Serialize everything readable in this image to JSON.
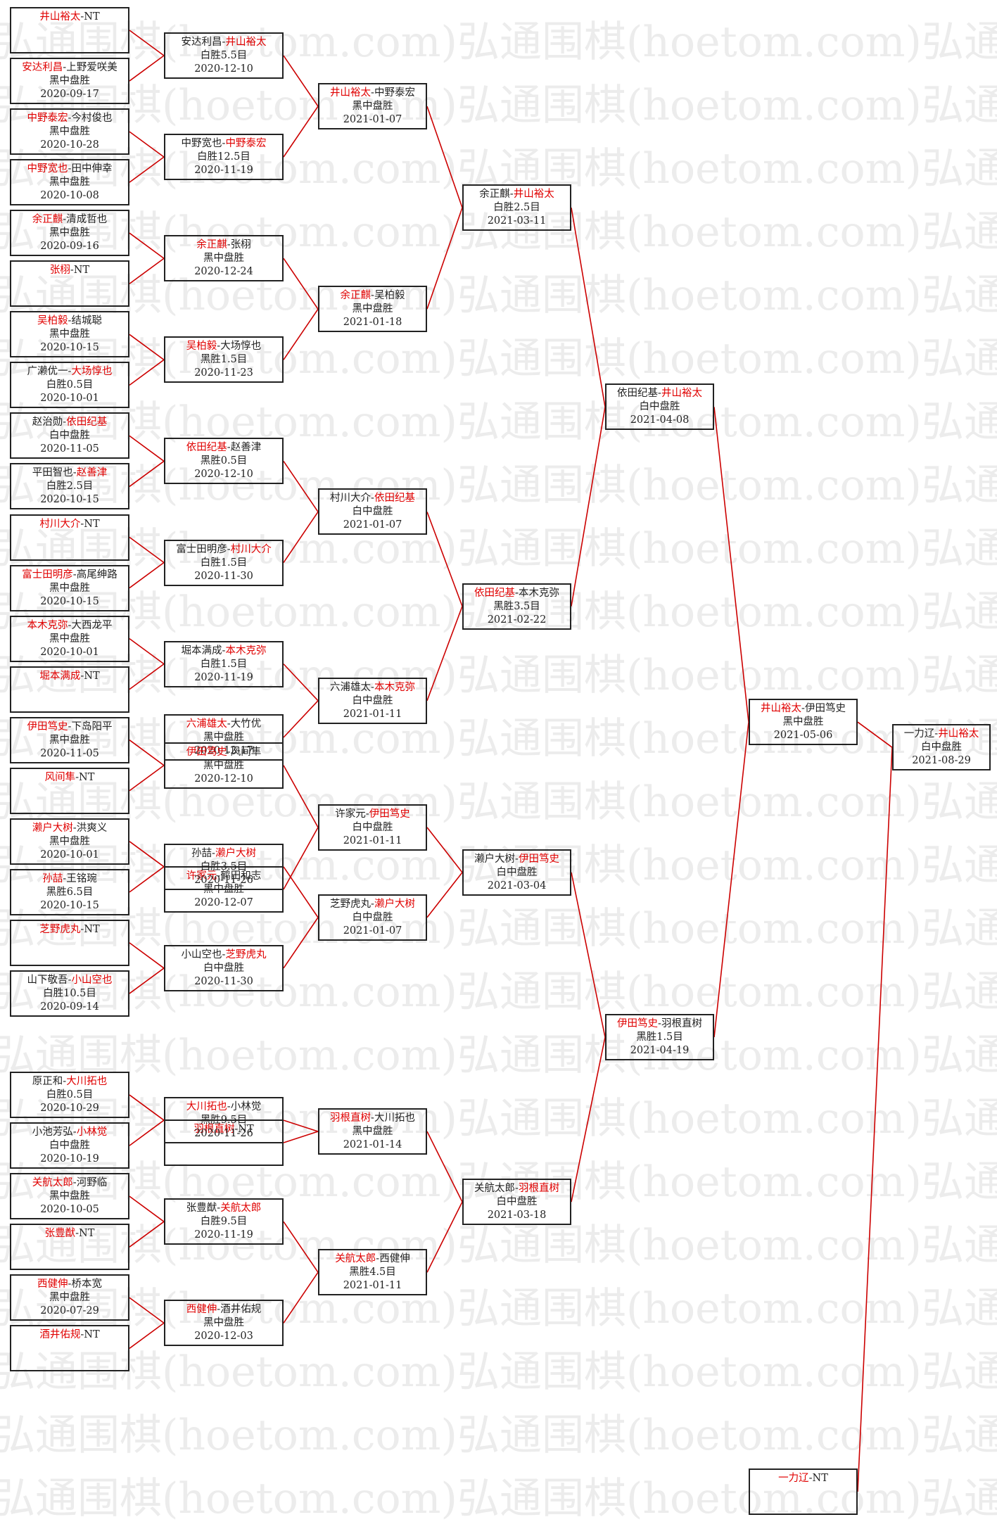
{
  "watermark": "弘通围棋(hoetom.com)",
  "colors": {
    "winner": "#e00000",
    "line": "#cc0000",
    "text": "#222222",
    "border": "#222222"
  },
  "rounds": [
    [
      {
        "a": "井山裕太",
        "b": "NT",
        "w": "a",
        "r": "",
        "d": ""
      },
      {
        "a": "安达利昌",
        "b": "上野爱咲美",
        "w": "a",
        "r": "黑中盘胜",
        "d": "2020-09-17"
      },
      {
        "a": "中野泰宏",
        "b": "今村俊也",
        "w": "a",
        "r": "黑中盘胜",
        "d": "2020-10-28"
      },
      {
        "a": "中野宽也",
        "b": "田中伸幸",
        "w": "a",
        "r": "黑中盘胜",
        "d": "2020-10-08"
      },
      {
        "a": "余正麒",
        "b": "清成哲也",
        "w": "a",
        "r": "黑中盘胜",
        "d": "2020-09-16"
      },
      {
        "a": "张栩",
        "b": "NT",
        "w": "a",
        "r": "",
        "d": ""
      },
      {
        "a": "吴柏毅",
        "b": "结城聪",
        "w": "a",
        "r": "黑中盘胜",
        "d": "2020-10-15"
      },
      {
        "a": "广濑优一",
        "b": "大场惇也",
        "w": "b",
        "r": "白胜0.5目",
        "d": "2020-10-01"
      },
      {
        "a": "赵治勋",
        "b": "依田纪基",
        "w": "b",
        "r": "白中盘胜",
        "d": "2020-11-05"
      },
      {
        "a": "平田智也",
        "b": "赵善津",
        "w": "b",
        "r": "白胜2.5目",
        "d": "2020-10-15"
      },
      {
        "a": "村川大介",
        "b": "NT",
        "w": "a",
        "r": "",
        "d": ""
      },
      {
        "a": "富士田明彦",
        "b": "高尾绅路",
        "w": "a",
        "r": "黑中盘胜",
        "d": "2020-10-15"
      },
      {
        "a": "本木克弥",
        "b": "大西龙平",
        "w": "a",
        "r": "黑中盘胜",
        "d": "2020-10-01"
      },
      {
        "a": "堀本满成",
        "b": "NT",
        "w": "a",
        "r": "",
        "d": ""
      },
      {
        "a": "伊田笃史",
        "b": "下岛阳平",
        "w": "a",
        "r": "黑中盘胜",
        "d": "2020-11-05"
      },
      {
        "a": "风间隼",
        "b": "NT",
        "w": "a",
        "r": "",
        "d": ""
      },
      {
        "a": "濑户大树",
        "b": "洪爽义",
        "w": "a",
        "r": "黑中盘胜",
        "d": "2020-10-01"
      },
      {
        "a": "孙喆",
        "b": "王铭琬",
        "w": "a",
        "r": "黑胜6.5目",
        "d": "2020-10-15"
      },
      {
        "a": "芝野虎丸",
        "b": "NT",
        "w": "a",
        "r": "",
        "d": ""
      },
      {
        "a": "山下敬吾",
        "b": "小山空也",
        "w": "b",
        "r": "白胜10.5目",
        "d": "2020-09-14"
      },
      {
        "a": "原正和",
        "b": "大川拓也",
        "w": "b",
        "r": "白胜0.5目",
        "d": "2020-10-29"
      },
      {
        "a": "小池芳弘",
        "b": "小林觉",
        "w": "b",
        "r": "白中盘胜",
        "d": "2020-10-19"
      },
      {
        "a": "关航太郎",
        "b": "河野临",
        "w": "a",
        "r": "黑中盘胜",
        "d": "2020-10-05"
      },
      {
        "a": "张豊猷",
        "b": "NT",
        "w": "a",
        "r": "",
        "d": ""
      },
      {
        "a": "西健伸",
        "b": "桥本宽",
        "w": "a",
        "r": "黑中盘胜",
        "d": "2020-07-29"
      },
      {
        "a": "酒井佑规",
        "b": "NT",
        "w": "a",
        "r": "",
        "d": ""
      }
    ],
    [
      {
        "a": "安达利昌",
        "b": "井山裕太",
        "w": "b",
        "r": "白胜5.5目",
        "d": "2020-12-10"
      },
      {
        "a": "中野宽也",
        "b": "中野泰宏",
        "w": "b",
        "r": "白胜12.5目",
        "d": "2020-11-19"
      },
      {
        "a": "余正麒",
        "b": "张栩",
        "w": "a",
        "r": "黑中盘胜",
        "d": "2020-12-24"
      },
      {
        "a": "吴柏毅",
        "b": "大场惇也",
        "w": "a",
        "r": "黑胜1.5目",
        "d": "2020-11-23"
      },
      {
        "a": "依田纪基",
        "b": "赵善津",
        "w": "a",
        "r": "黑胜0.5目",
        "d": "2020-12-10"
      },
      {
        "a": "富士田明彦",
        "b": "村川大介",
        "w": "b",
        "r": "白胜1.5目",
        "d": "2020-11-30"
      },
      {
        "a": "堀本满成",
        "b": "本木克弥",
        "w": "b",
        "r": "白胜1.5目",
        "d": "2020-11-19"
      },
      {
        "a": "六浦雄太",
        "b": "大竹优",
        "w": "a",
        "r": "黑中盘胜",
        "d": "2020-12-17"
      },
      {
        "a": "伊田笃史",
        "b": "风间隼",
        "w": "a",
        "r": "黑中盘胜",
        "d": "2020-12-10"
      },
      {
        "a": "许家元",
        "b": "鹤田和志",
        "w": "a",
        "r": "黑中盘胜",
        "d": "2020-12-07"
      },
      {
        "a": "孙喆",
        "b": "濑户大树",
        "w": "b",
        "r": "白胜3.5目",
        "d": "2020-11-26"
      },
      {
        "a": "小山空也",
        "b": "芝野虎丸",
        "w": "b",
        "r": "白中盘胜",
        "d": "2020-11-30"
      },
      {
        "a": "羽根直树",
        "b": "NT",
        "w": "a",
        "r": "",
        "d": ""
      },
      {
        "a": "大川拓也",
        "b": "小林觉",
        "w": "a",
        "r": "黑胜9.5目",
        "d": "2020-11-26"
      },
      {
        "a": "张豊猷",
        "b": "关航太郎",
        "w": "b",
        "r": "白胜9.5目",
        "d": "2020-11-19"
      },
      {
        "a": "西健伸",
        "b": "酒井佑规",
        "w": "a",
        "r": "黑中盘胜",
        "d": "2020-12-03"
      }
    ],
    [
      {
        "a": "井山裕太",
        "b": "中野泰宏",
        "w": "a",
        "r": "黑中盘胜",
        "d": "2021-01-07"
      },
      {
        "a": "余正麒",
        "b": "吴柏毅",
        "w": "a",
        "r": "黑中盘胜",
        "d": "2021-01-18"
      },
      {
        "a": "村川大介",
        "b": "依田纪基",
        "w": "b",
        "r": "白中盘胜",
        "d": "2021-01-07"
      },
      {
        "a": "六浦雄太",
        "b": "本木克弥",
        "w": "b",
        "r": "白中盘胜",
        "d": "2021-01-11"
      },
      {
        "a": "许家元",
        "b": "伊田笃史",
        "w": "b",
        "r": "白中盘胜",
        "d": "2021-01-11"
      },
      {
        "a": "芝野虎丸",
        "b": "濑户大树",
        "w": "b",
        "r": "白中盘胜",
        "d": "2021-01-07"
      },
      {
        "a": "羽根直树",
        "b": "大川拓也",
        "w": "a",
        "r": "黑中盘胜",
        "d": "2021-01-14"
      },
      {
        "a": "关航太郎",
        "b": "西健伸",
        "w": "a",
        "r": "黑胜4.5目",
        "d": "2021-01-11"
      }
    ],
    [
      {
        "a": "余正麒",
        "b": "井山裕太",
        "w": "b",
        "r": "白胜2.5目",
        "d": "2021-03-11"
      },
      {
        "a": "依田纪基",
        "b": "本木克弥",
        "w": "a",
        "r": "黑胜3.5目",
        "d": "2021-02-22"
      },
      {
        "a": "濑户大树",
        "b": "伊田笃史",
        "w": "b",
        "r": "白中盘胜",
        "d": "2021-03-04"
      },
      {
        "a": "关航太郎",
        "b": "羽根直树",
        "w": "b",
        "r": "白中盘胜",
        "d": "2021-03-18"
      }
    ],
    [
      {
        "a": "依田纪基",
        "b": "井山裕太",
        "w": "b",
        "r": "白中盘胜",
        "d": "2021-04-08"
      },
      {
        "a": "伊田笃史",
        "b": "羽根直树",
        "w": "a",
        "r": "黑胜1.5目",
        "d": "2021-04-19"
      }
    ],
    [
      {
        "a": "井山裕太",
        "b": "伊田笃史",
        "w": "a",
        "r": "黑中盘胜",
        "d": "2021-05-06"
      },
      {
        "a": "一力辽",
        "b": "NT",
        "w": "a",
        "r": "",
        "d": ""
      }
    ],
    [
      {
        "a": "一力辽",
        "b": "井山裕太",
        "w": "b",
        "r": "白中盘胜",
        "d": "2021-08-29"
      }
    ]
  ]
}
